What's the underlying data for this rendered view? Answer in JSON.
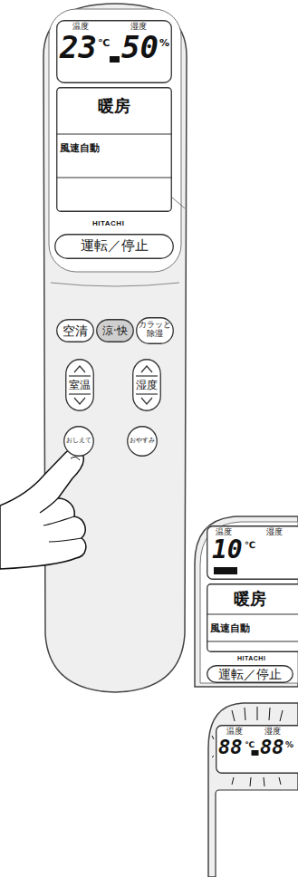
{
  "diagram": {
    "nodes": [
      {
        "text": [
          "温度",
          "湿度",
          "23",
          "℃",
          "50",
          "%"
        ]
      },
      {
        "text": [
          "暖房",
          "風速自動"
        ]
      },
      {
        "text": [
          "運転／停止"
        ]
      },
      {
        "text": [
          "空清"
        ]
      },
      {
        "text": [
          "涼·快"
        ]
      },
      {
        "text": [
          "カラッと 除湿"
        ]
      },
      {
        "text": [
          "室温"
        ]
      },
      {
        "text": [
          "湿度"
        ]
      },
      {
        "text": [
          "おしえて"
        ]
      },
      {
        "text": [
          "おやすみ"
        ]
      },
      {
        "text": [
          "温度",
          "湿度",
          "10",
          "℃"
        ]
      },
      {
        "text": [
          "暖房",
          "風速自動"
        ]
      },
      {
        "text": [
          "運転／停止"
        ]
      },
      {
        "text": [
          "温度",
          "湿度",
          "88",
          "℃",
          "88",
          "%"
        ]
      }
    ],
    "labels": [
      "HITACHI",
      "HITACHI"
    ]
  }
}
